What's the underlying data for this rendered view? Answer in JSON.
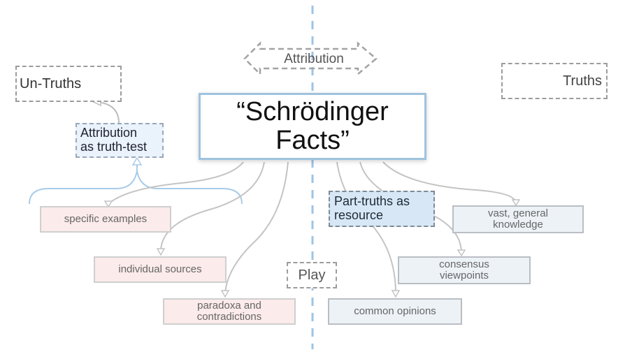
{
  "central": {
    "line1": "“Schrödinger",
    "line2": "Facts”"
  },
  "top_label": "Attribution",
  "left_heading": "Un-Truths",
  "right_heading": "Truths",
  "left_filter": {
    "line1": "Attribution",
    "line2": "as truth-test"
  },
  "right_filter": {
    "line1": "Part-truths as",
    "line2": "resource"
  },
  "middle_label": "Play",
  "left_items": [
    {
      "label": "specific examples"
    },
    {
      "label": "individual sources"
    },
    {
      "line1": "paradoxa and",
      "line2": "contradictions"
    }
  ],
  "right_items": [
    {
      "line1": "vast, general",
      "line2": "knowledge"
    },
    {
      "line1": "consensus",
      "line2": "viewpoints"
    },
    {
      "label": "common opinions"
    }
  ],
  "colors": {
    "divider": "#9ec3e6",
    "connector": "#c4c4c4",
    "central_border": "#9fc3de",
    "left_item_fill": "#fbebea",
    "right_item_fill": "#edf2f7",
    "brace": "#a9cbe8"
  }
}
